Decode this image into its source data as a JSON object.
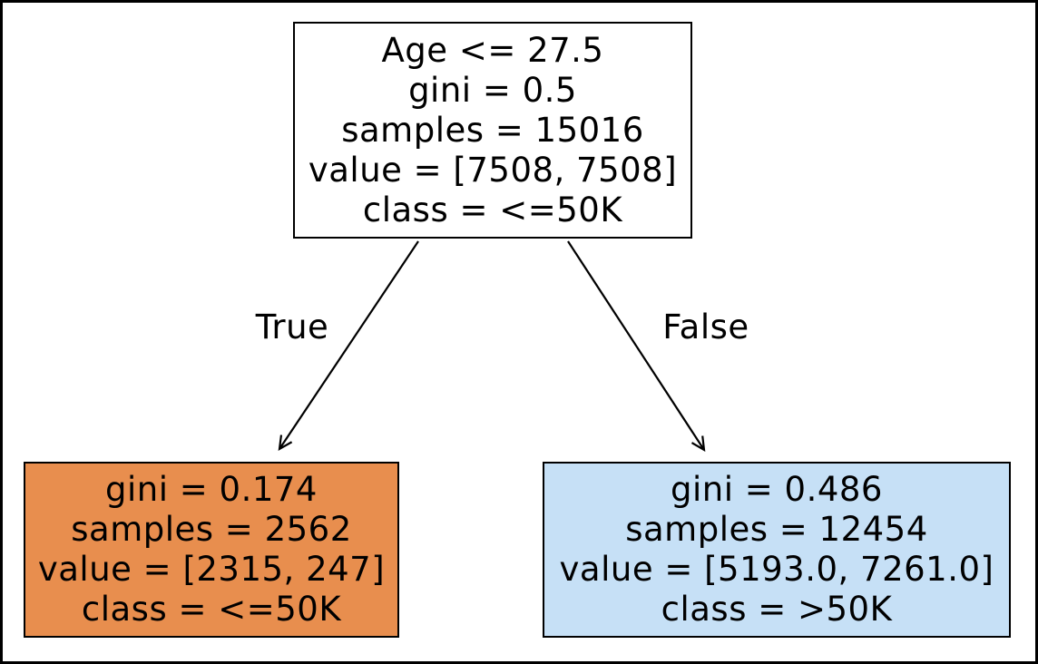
{
  "figure": {
    "type": "decision-tree",
    "background": "#ffffff",
    "frame_color": "#000000",
    "edge_color": "#000000",
    "text_color": "#000000"
  },
  "tree": {
    "root": {
      "fill": "#ffffff",
      "border": "#000000",
      "lines": [
        "Age <= 27.5",
        "gini = 0.5",
        "samples = 15016",
        "value = [7508, 7508]",
        "class = <=50K"
      ]
    },
    "left_child": {
      "fill": "#e88e4e",
      "border": "#000000",
      "lines": [
        "gini = 0.174",
        "samples = 2562",
        "value = [2315, 247]",
        "class = <=50K"
      ]
    },
    "right_child": {
      "fill": "#c6e0f6",
      "border": "#000000",
      "lines": [
        "gini = 0.486",
        "samples = 12454",
        "value = [5193.0, 7261.0]",
        "class = >50K"
      ]
    },
    "edges": {
      "true_label": "True",
      "false_label": "False"
    }
  }
}
